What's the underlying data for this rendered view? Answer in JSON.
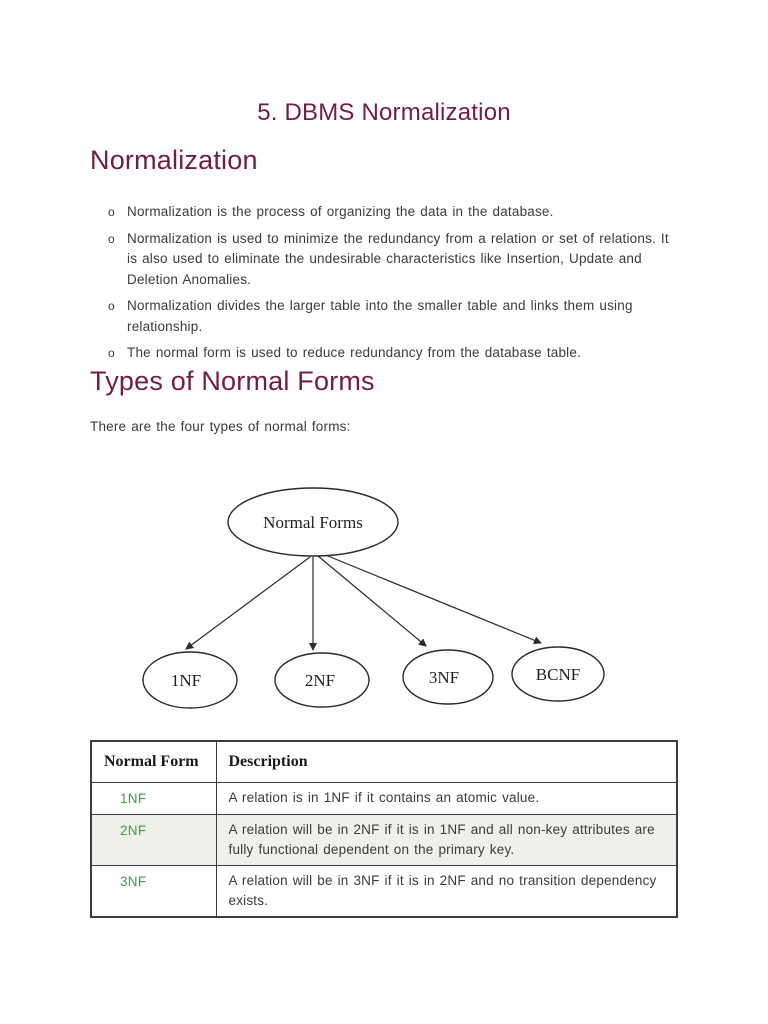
{
  "doc": {
    "title": "5. DBMS Normalization",
    "section1_heading": "Normalization",
    "bullet_marker": "o",
    "bullets": [
      "Normalization is the process of organizing the data in the database.",
      "Normalization is used to minimize the redundancy from a relation or set of relations. It is also used to eliminate the undesirable characteristics like Insertion, Update and Deletion Anomalies.",
      "Normalization divides the larger table into the smaller table and links them using relationship.",
      "The normal form is used to reduce redundancy from the database table."
    ],
    "section2_heading": "Types of Normal Forms",
    "intro_line": "There are the four types of normal forms:"
  },
  "diagram": {
    "root": "Normal Forms",
    "children": [
      "1NF",
      "2NF",
      "3NF",
      "BCNF"
    ]
  },
  "table": {
    "headers": [
      "Normal Form",
      "Description"
    ],
    "rows": [
      {
        "form": "1NF",
        "description": "A relation is in 1NF if it contains an atomic value.",
        "shaded": false
      },
      {
        "form": "2NF",
        "description": "A relation will be in 2NF if it is in 1NF and all non-key attributes are fully functional dependent on the primary key.",
        "shaded": true
      },
      {
        "form": "3NF",
        "description": "A relation will be in 3NF if it is in 2NF and no transition dependency exists.",
        "shaded": false
      }
    ]
  },
  "colors": {
    "heading_maroon": "#731c46",
    "body_gray": "#3b3b3b",
    "form_green": "#3f9e44",
    "shaded_row": "#eef0e9",
    "table_border": "#3c3c3c"
  }
}
